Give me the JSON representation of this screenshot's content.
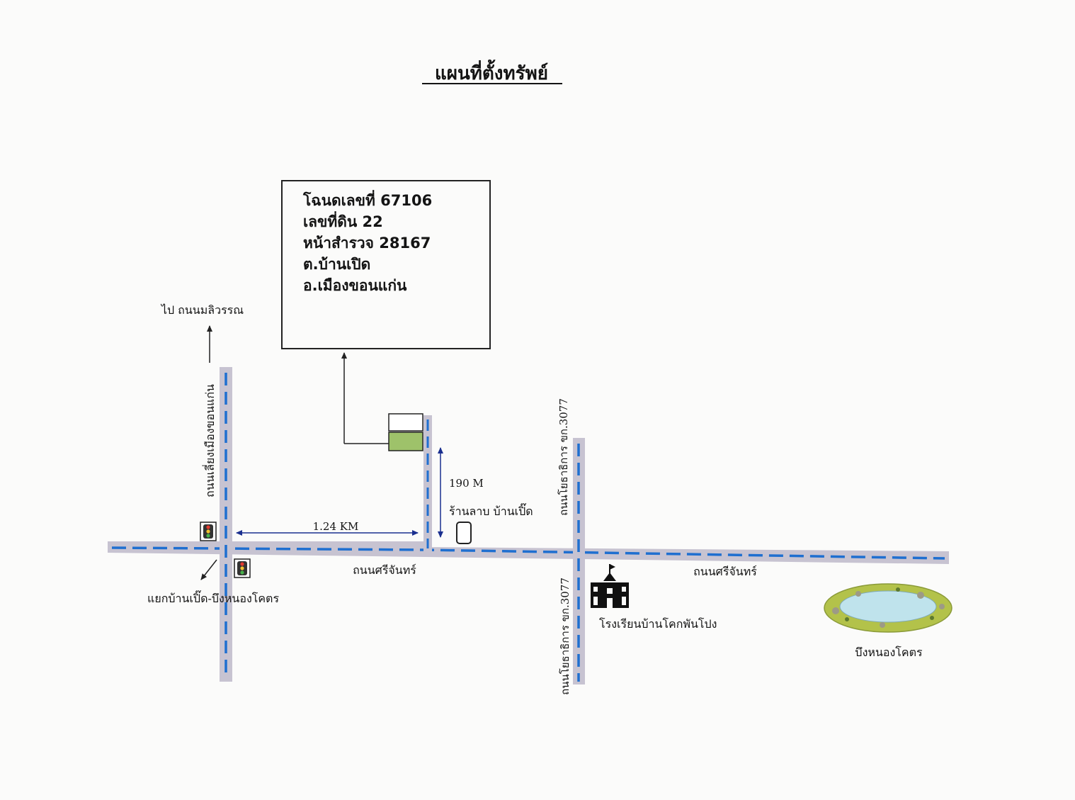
{
  "title": "แผนที่ตั้งทรัพย์",
  "deed_info": {
    "line1": "โฉนดเลขที่  67106",
    "line2": "เลขที่ดิน  22",
    "line3": "หน้าสำรวจ  28167",
    "line4": "ต.บ้านเปิด",
    "line5": "อ.เมืองขอนแก่น"
  },
  "labels": {
    "to_road": "ไป ถนนมลิวรรณ",
    "bypass_road": "ถนนเลี่ยงเมืองขอนแก่น",
    "distance_km": "1.24 KM",
    "distance_m": "190 M",
    "shop": "ร้านลาบ บ้านเปิ๊ด",
    "junction": "แยกบ้านเปิ๊ด-บึงหนองโคตร",
    "sri_chan_road_left": "ถนนศรีจันทร์",
    "sri_chan_road_right": "ถนนศรีจันทร์",
    "yothathikan_road_top": "ถนนโยธาธิการ ขก.3077",
    "yothathikan_road_bottom": "ถนนโยธาธิการ ขก.3077",
    "school": "โรงเรียนบ้านโคกพันโปง",
    "lake": "บึงหนองโคตร"
  },
  "icons": {
    "traffic_light": "traffic-light-icon",
    "school": "school-icon",
    "lake": "pond-icon",
    "shop": "shop-marker-icon",
    "parcel": "land-parcel-icon"
  },
  "colors": {
    "road": "#c7c3d1",
    "road_dash": "#1f6fd0",
    "parcel_fill": "#9ec26a",
    "arrow_blue": "#1a2f8f",
    "water": "#bfe3ec",
    "grass": "#b3c24a"
  }
}
